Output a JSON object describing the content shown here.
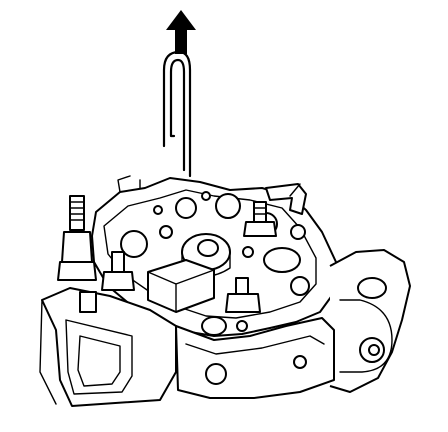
{
  "diagram": {
    "subject": "rectifier-assembly-removal-with-wire-pin",
    "colors": {
      "line": "#000000",
      "background": "#ffffff"
    },
    "icons": [
      "up-arrow-icon",
      "wire-pin",
      "stud-bolt",
      "terminal-post",
      "brush-holder"
    ]
  }
}
